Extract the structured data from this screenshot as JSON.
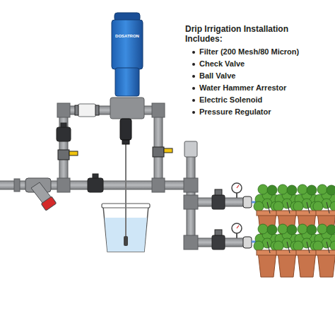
{
  "diagram": {
    "title": "Drip Irrigation Installation Includes:",
    "labels": [
      "Filter (200 Mesh/80 Micron)",
      "Check Valve",
      "Ball Valve",
      "Water Hammer Arrestor",
      "Electric Solenoid",
      "Pressure Regulator",
      "DOSATRON"
    ]
  }
}
